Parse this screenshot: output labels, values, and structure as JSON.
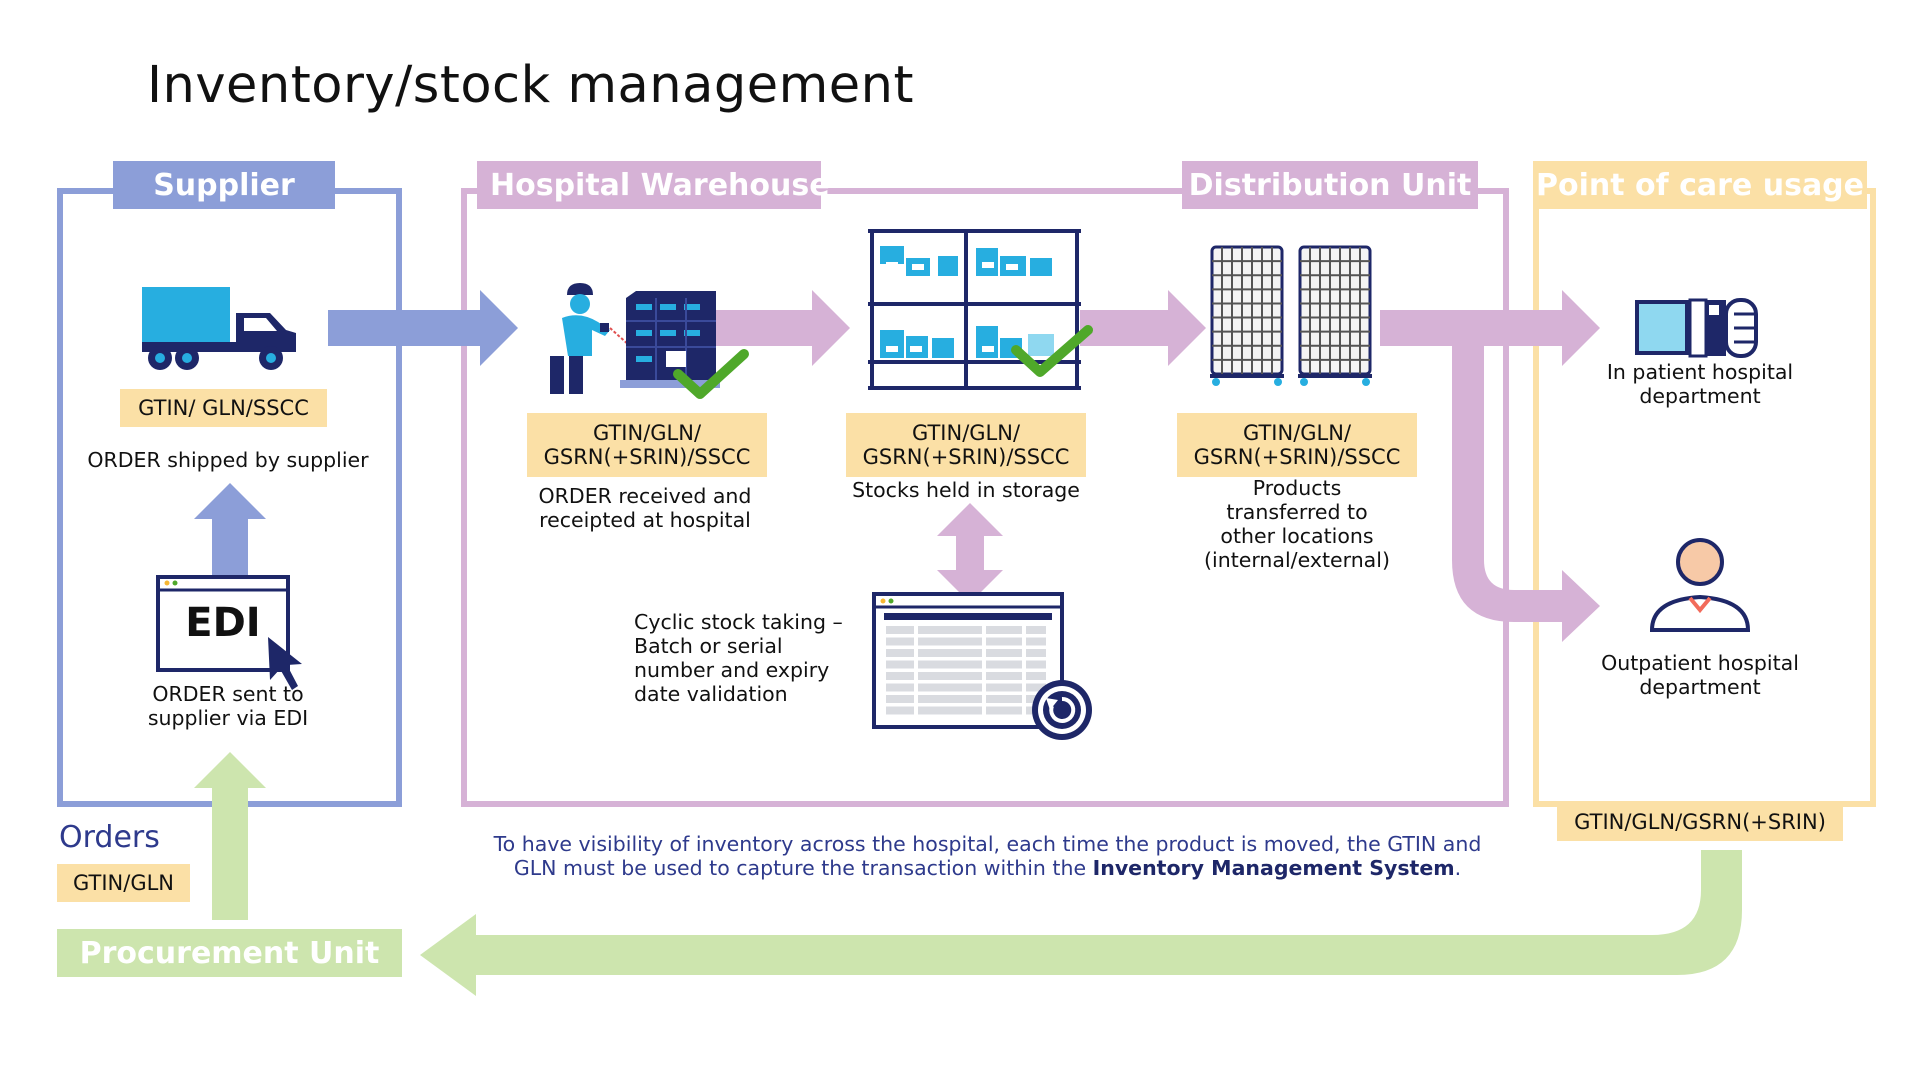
{
  "title": "Inventory/stock management",
  "colors": {
    "supplier": "#8c9ed8",
    "warehouse": "#d6b2d6",
    "point_of_care": "#fbe0a6",
    "procurement": "#cde5ae",
    "code_bg": "#fbe0a6",
    "navy": "#1e2768",
    "check_green": "#4fa82a",
    "cyan": "#27aee0"
  },
  "sections": {
    "supplier": "Supplier",
    "warehouse": "Hospital Warehouse",
    "distribution": "Distribution Unit",
    "point_of_care": "Point of care usage",
    "procurement": "Procurement Unit"
  },
  "supplier": {
    "code": "GTIN/ GLN/SSCC",
    "shipped_label": "ORDER shipped by supplier",
    "edi_label": "EDI",
    "edi_caption": [
      "ORDER sent to",
      "supplier via EDI"
    ]
  },
  "orders": {
    "label": "Orders",
    "code": "GTIN/GLN"
  },
  "warehouse": {
    "receive_code": [
      "GTIN/GLN/",
      "GSRN(+SRIN)/SSCC"
    ],
    "receive_caption": [
      "ORDER received and",
      "receipted at hospital"
    ],
    "storage_code": [
      "GTIN/GLN/",
      "GSRN(+SRIN)/SSCC"
    ],
    "storage_caption": "Stocks held in storage",
    "cyclic_caption": [
      "Cyclic stock taking –",
      "Batch or serial",
      "number and expiry",
      "date validation"
    ]
  },
  "distribution": {
    "code": [
      "GTIN/GLN/",
      "GSRN(+SRIN)/SSCC"
    ],
    "caption": [
      "Products",
      "transferred to",
      "other locations",
      "(internal/external)"
    ]
  },
  "point_of_care": {
    "inpatient": [
      "In patient hospital",
      "department"
    ],
    "outpatient": [
      "Outpatient hospital",
      "department"
    ],
    "code": "GTIN/GLN/GSRN(+SRIN)"
  },
  "footer_note": {
    "line1": "To have visibility of inventory across the hospital, each time the product is moved, the GTIN and",
    "line2_prefix": "GLN must be used to capture the transaction within the ",
    "line2_bold": "Inventory Management System",
    "line2_suffix": "."
  },
  "icons": [
    "truck-icon",
    "worker-scanner-icon",
    "pallet-icon",
    "shelving-icon",
    "check-icon",
    "roll-cage-icon",
    "wristband-icon",
    "patient-icon",
    "edi-window-icon",
    "cursor-icon",
    "spreadsheet-icon",
    "refresh-icon"
  ]
}
